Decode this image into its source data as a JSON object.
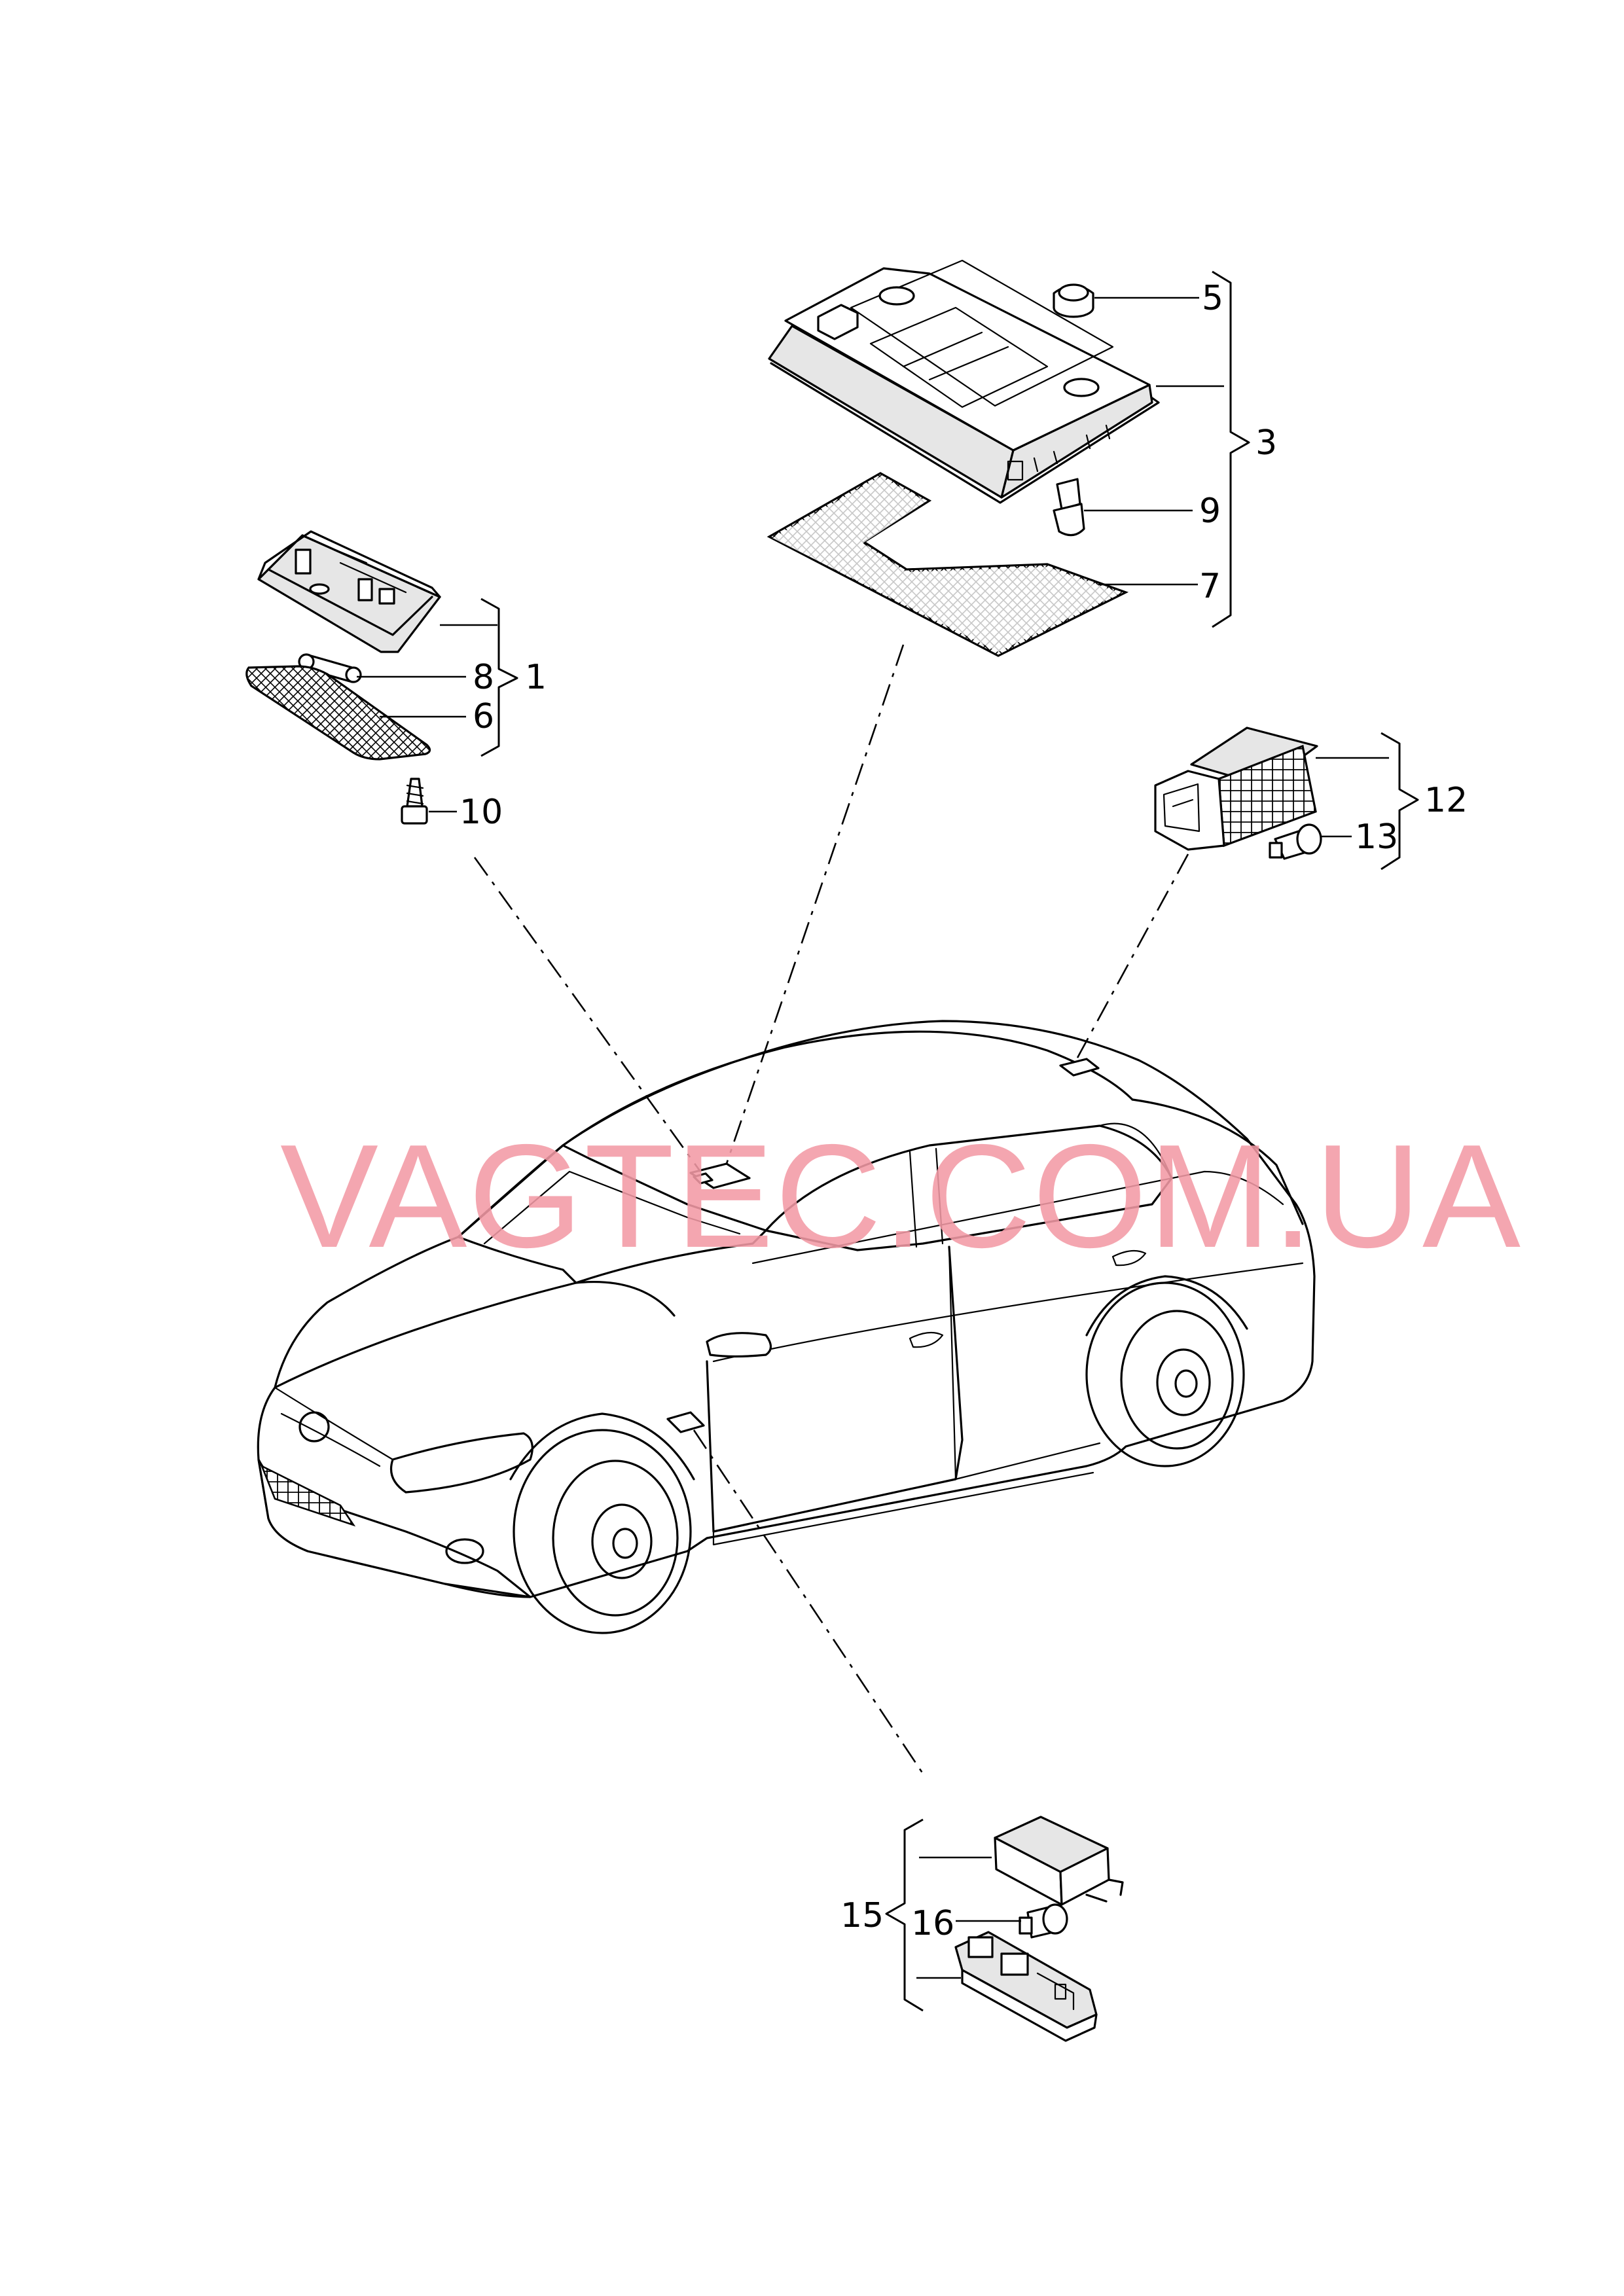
{
  "watermark": "VAGTEC.COM.UA",
  "callouts": {
    "c1": "1",
    "c3": "3",
    "c5": "5",
    "c6": "6",
    "c7": "7",
    "c8": "8",
    "c9": "9",
    "c10": "10",
    "c12": "12",
    "c13": "13",
    "c15": "15",
    "c16": "16"
  },
  "colors": {
    "watermark": "#f29aa5",
    "lines": "#000000",
    "background": "#ffffff"
  }
}
